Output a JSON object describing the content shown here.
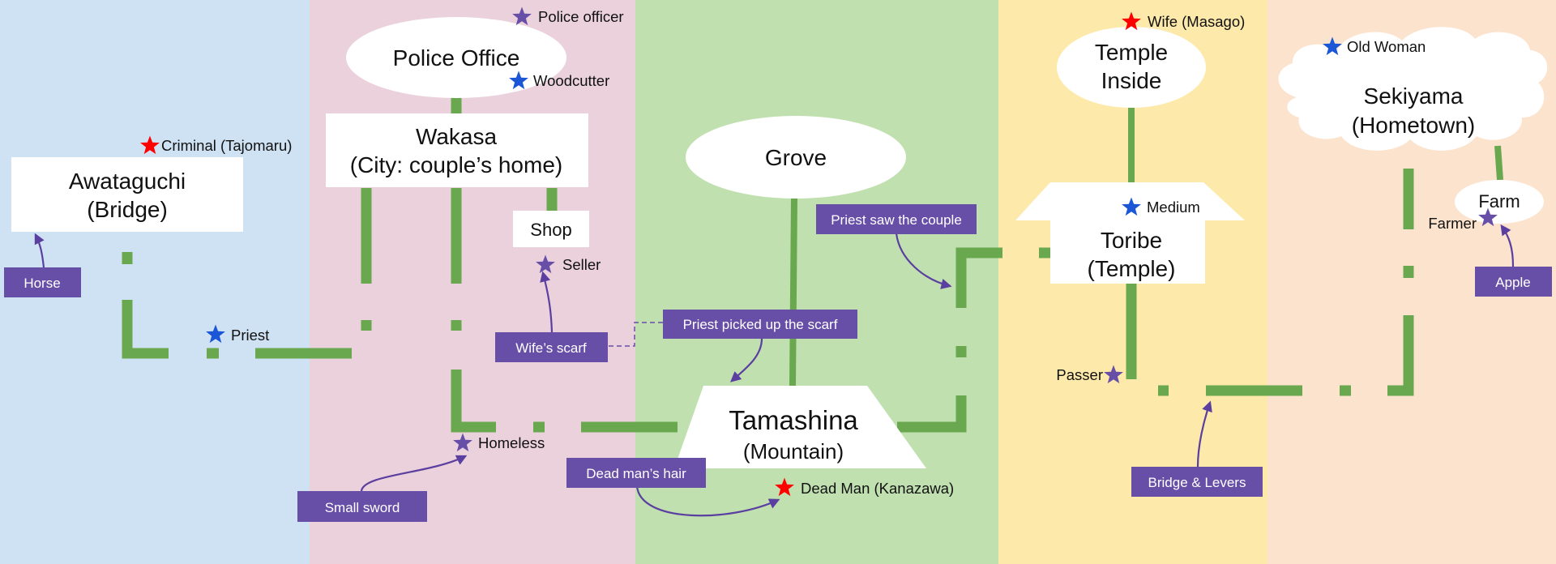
{
  "regions": [
    {
      "name": "blue",
      "color": "#cfe2f3"
    },
    {
      "name": "pink",
      "color": "#ead1dc"
    },
    {
      "name": "green",
      "color": "#c0e0b0"
    },
    {
      "name": "yellow",
      "color": "#fde9a9"
    },
    {
      "name": "peach",
      "color": "#fbe3ce"
    }
  ],
  "colors": {
    "path_green": "#6aa84f",
    "tag_purple": "#674ea7",
    "star_red": "#ff0000",
    "star_blue": "#1a56d6",
    "star_purple": "#674ea7",
    "arrow": "#5b3fa0"
  },
  "places": {
    "police_office": "Police Office",
    "wakasa_line1": "Wakasa",
    "wakasa_line2": "(City: couple’s home)",
    "awataguchi_line1": "Awataguchi",
    "awataguchi_line2": "(Bridge)",
    "shop": "Shop",
    "grove": "Grove",
    "tamashina_line1": "Tamashina",
    "tamashina_line2": "(Mountain)",
    "temple_inside_line1": "Temple",
    "temple_inside_line2": "Inside",
    "toribe_line1": "Toribe",
    "toribe_line2": "(Temple)",
    "sekiyama_line1": "Sekiyama",
    "sekiyama_line2": "(Hometown)",
    "farm": "Farm"
  },
  "characters": {
    "police_officer": {
      "label": "Police officer",
      "star": "purple"
    },
    "woodcutter": {
      "label": "Woodcutter",
      "star": "blue"
    },
    "criminal": {
      "label": "Criminal (Tajomaru)",
      "star": "red"
    },
    "seller": {
      "label": "Seller",
      "star": "purple"
    },
    "priest": {
      "label": "Priest",
      "star": "blue"
    },
    "homeless": {
      "label": "Homeless",
      "star": "purple"
    },
    "dead_man": {
      "label": "Dead Man (Kanazawa)",
      "star": "red"
    },
    "wife": {
      "label": "Wife (Masago)",
      "star": "red"
    },
    "medium": {
      "label": "Medium",
      "star": "blue"
    },
    "passer": {
      "label": "Passer",
      "star": "purple"
    },
    "old_woman": {
      "label": "Old Woman",
      "star": "blue"
    },
    "farmer": {
      "label": "Farmer",
      "star": "purple"
    }
  },
  "tags": {
    "horse": "Horse",
    "wifes_scarf": "Wife’s scarf",
    "priest_picked": "Priest picked up the scarf",
    "priest_saw": "Priest saw the couple",
    "small_sword": "Small sword",
    "dead_mans_hair": "Dead man’s hair",
    "bridge_levers": "Bridge & Levers",
    "apple": "Apple"
  }
}
